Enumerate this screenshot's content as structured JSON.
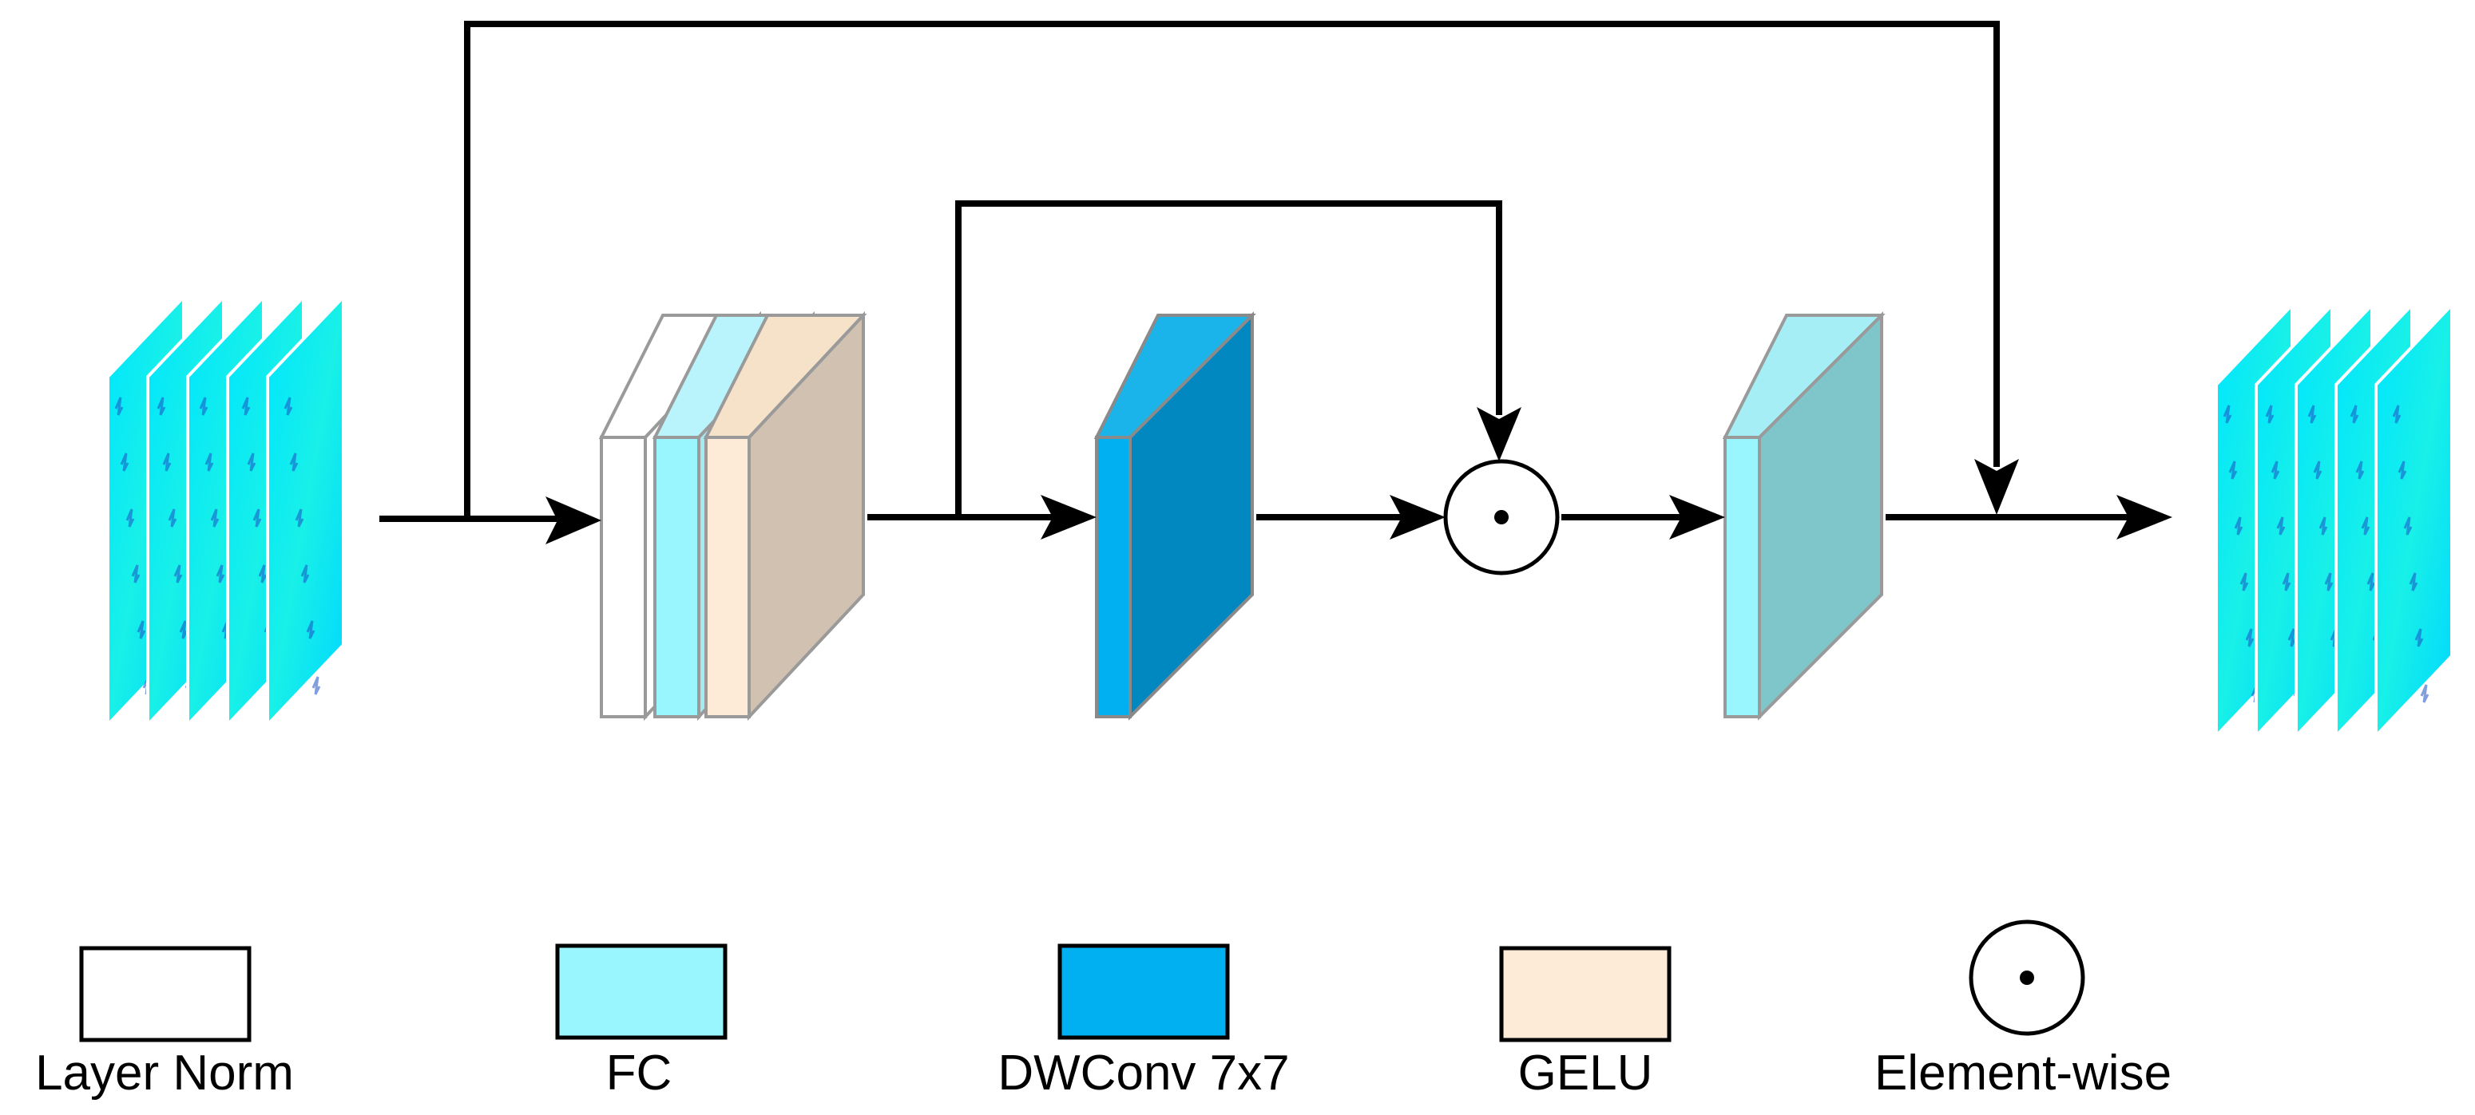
{
  "colors": {
    "layer_norm": "#ffffff",
    "fc": "#99f6ff",
    "dwconv": "#00b0f0",
    "gelu": "#fdebd8",
    "feature_map": "#00ffff",
    "arrow": "#000000"
  },
  "legend": {
    "layer_norm": "Layer Norm",
    "fc": "FC",
    "dwconv": "DWConv 7x7",
    "gelu": "GELU",
    "element_wise": "Element-wise"
  }
}
